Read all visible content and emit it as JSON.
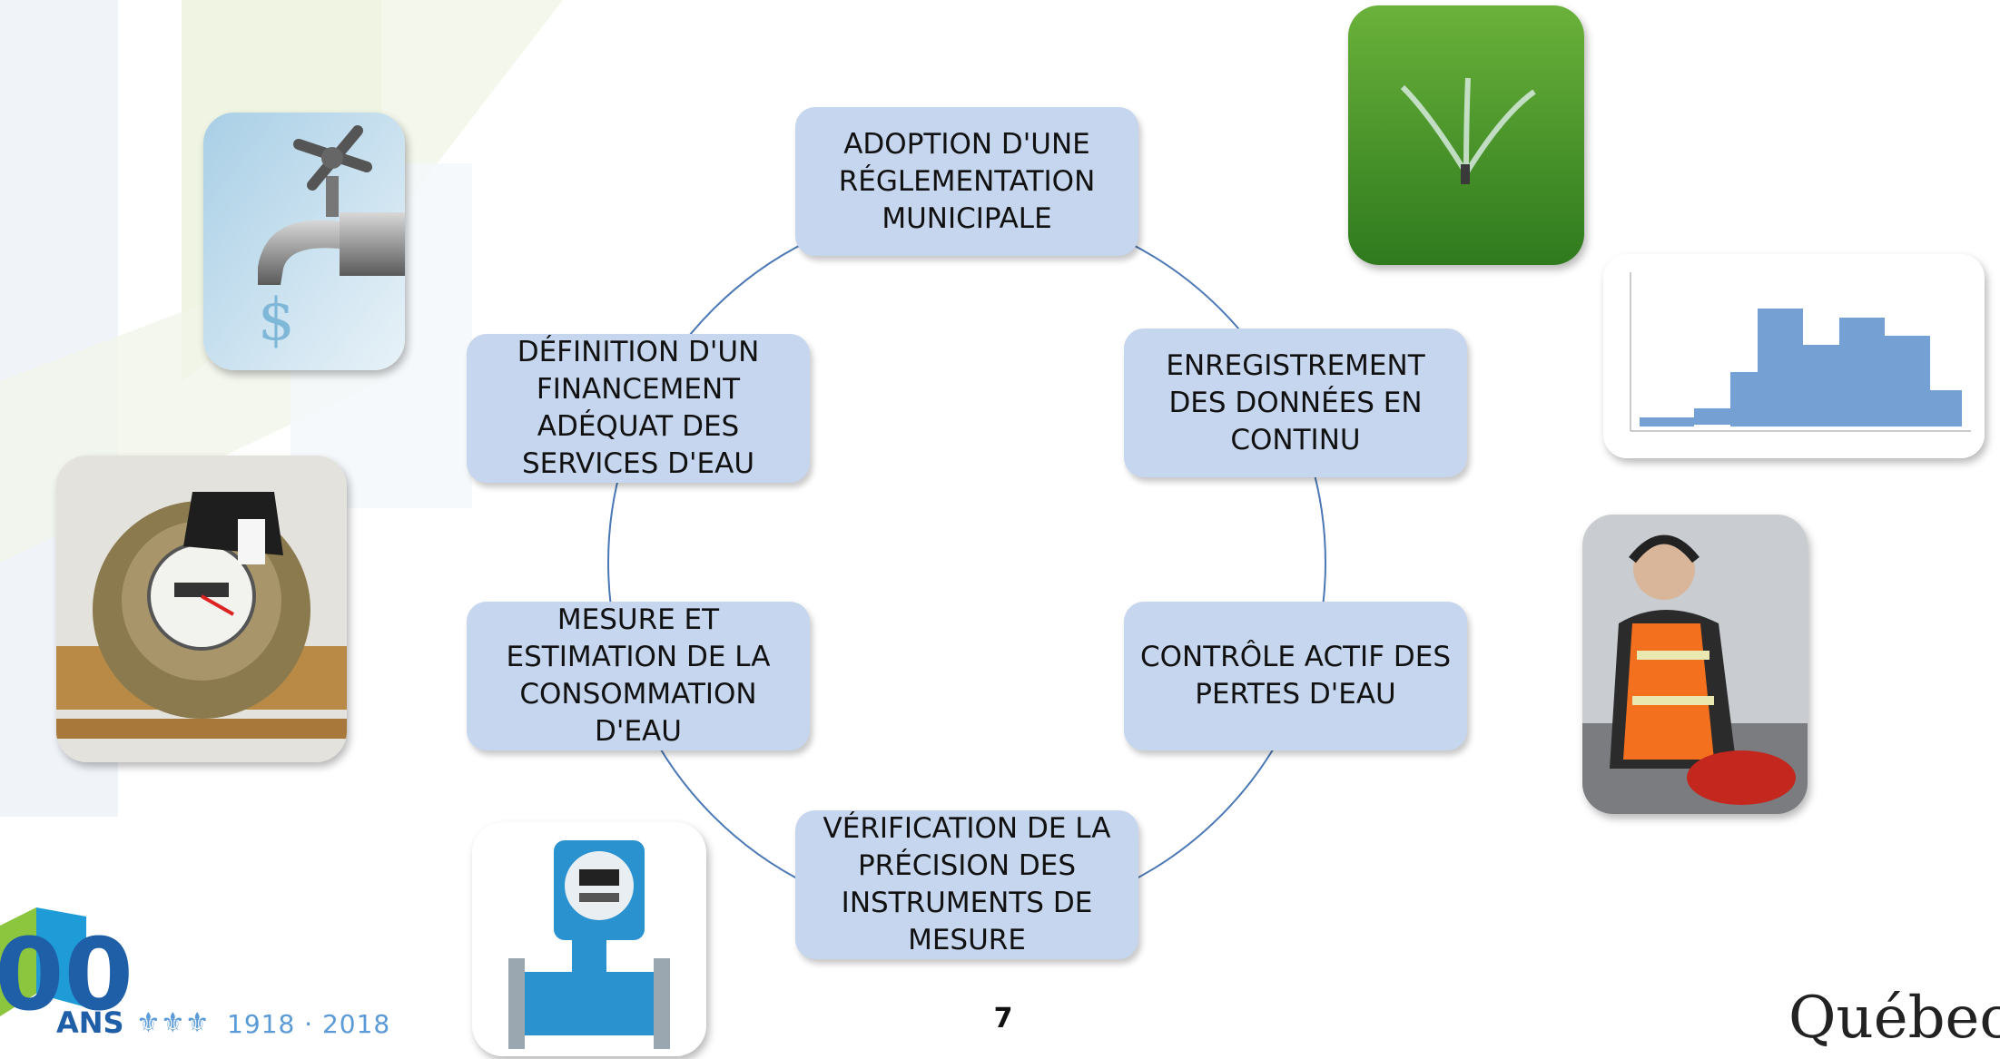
{
  "nodes": [
    {
      "id": "adoption",
      "label": "ADOPTION D'UNE\nRÉGLEMENTATION\nMUNICIPALE"
    },
    {
      "id": "enregistrement",
      "label": "ENREGISTREMENT\nDES DONNÉES EN\nCONTINU"
    },
    {
      "id": "controle",
      "label": "CONTRÔLE ACTIF DES\nPERTES D'EAU"
    },
    {
      "id": "verification",
      "label": "VÉRIFICATION DE LA\nPRÉCISION DES\nINSTRUMENTS DE\nMESURE"
    },
    {
      "id": "mesure",
      "label": "MESURE ET\nESTIMATION DE LA\nCONSOMMATION\nD'EAU"
    },
    {
      "id": "definition",
      "label": "DÉFINITION D'UN\nFINANCEMENT\nADÉQUAT DES\nSERVICES D'EAU"
    }
  ],
  "photos": [
    {
      "id": "faucet",
      "icon": "faucet-dollar-icon"
    },
    {
      "id": "water-meter",
      "icon": "water-meter-icon"
    },
    {
      "id": "flowmeter",
      "icon": "electromagnetic-flowmeter-icon"
    },
    {
      "id": "sprinkler",
      "icon": "lawn-sprinkler-icon"
    },
    {
      "id": "data-chart",
      "icon": "scatter-chart-icon"
    },
    {
      "id": "leak-detector",
      "icon": "leak-detection-worker-icon"
    }
  ],
  "footer": {
    "page_number": "7",
    "anniversary_years": "ANS",
    "anniversary_dates": "1918 · 2018",
    "anniversary_fleurs": "⚜⚜⚜",
    "government_logo": "Québec"
  },
  "colors": {
    "node_fill": "#c5d6ee",
    "connector": "#4a78b5",
    "logo_blue": "#1f5fa8",
    "logo_green": "#8cc63f"
  }
}
